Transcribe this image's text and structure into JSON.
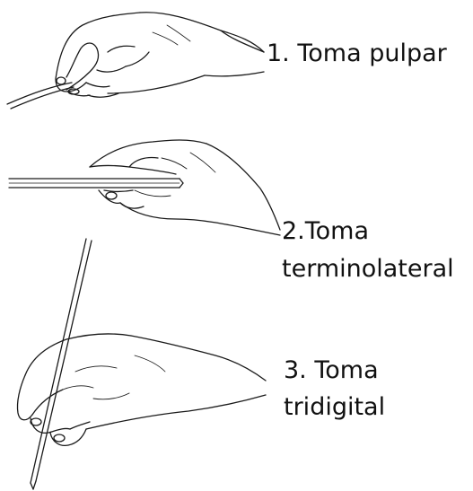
{
  "grips": [
    {
      "lines": [
        "1. Toma pulpar"
      ],
      "icon": "hand-pulp-grip"
    },
    {
      "lines": [
        "2.Toma",
        "terminolateral"
      ],
      "icon": "hand-terminolateral-grip"
    },
    {
      "lines": [
        "3. Toma",
        "tridigital"
      ],
      "icon": "hand-tridigital-grip"
    }
  ],
  "colors": {
    "background": "#ffffff",
    "ink": "#1a1a1a",
    "text": "#111111"
  }
}
